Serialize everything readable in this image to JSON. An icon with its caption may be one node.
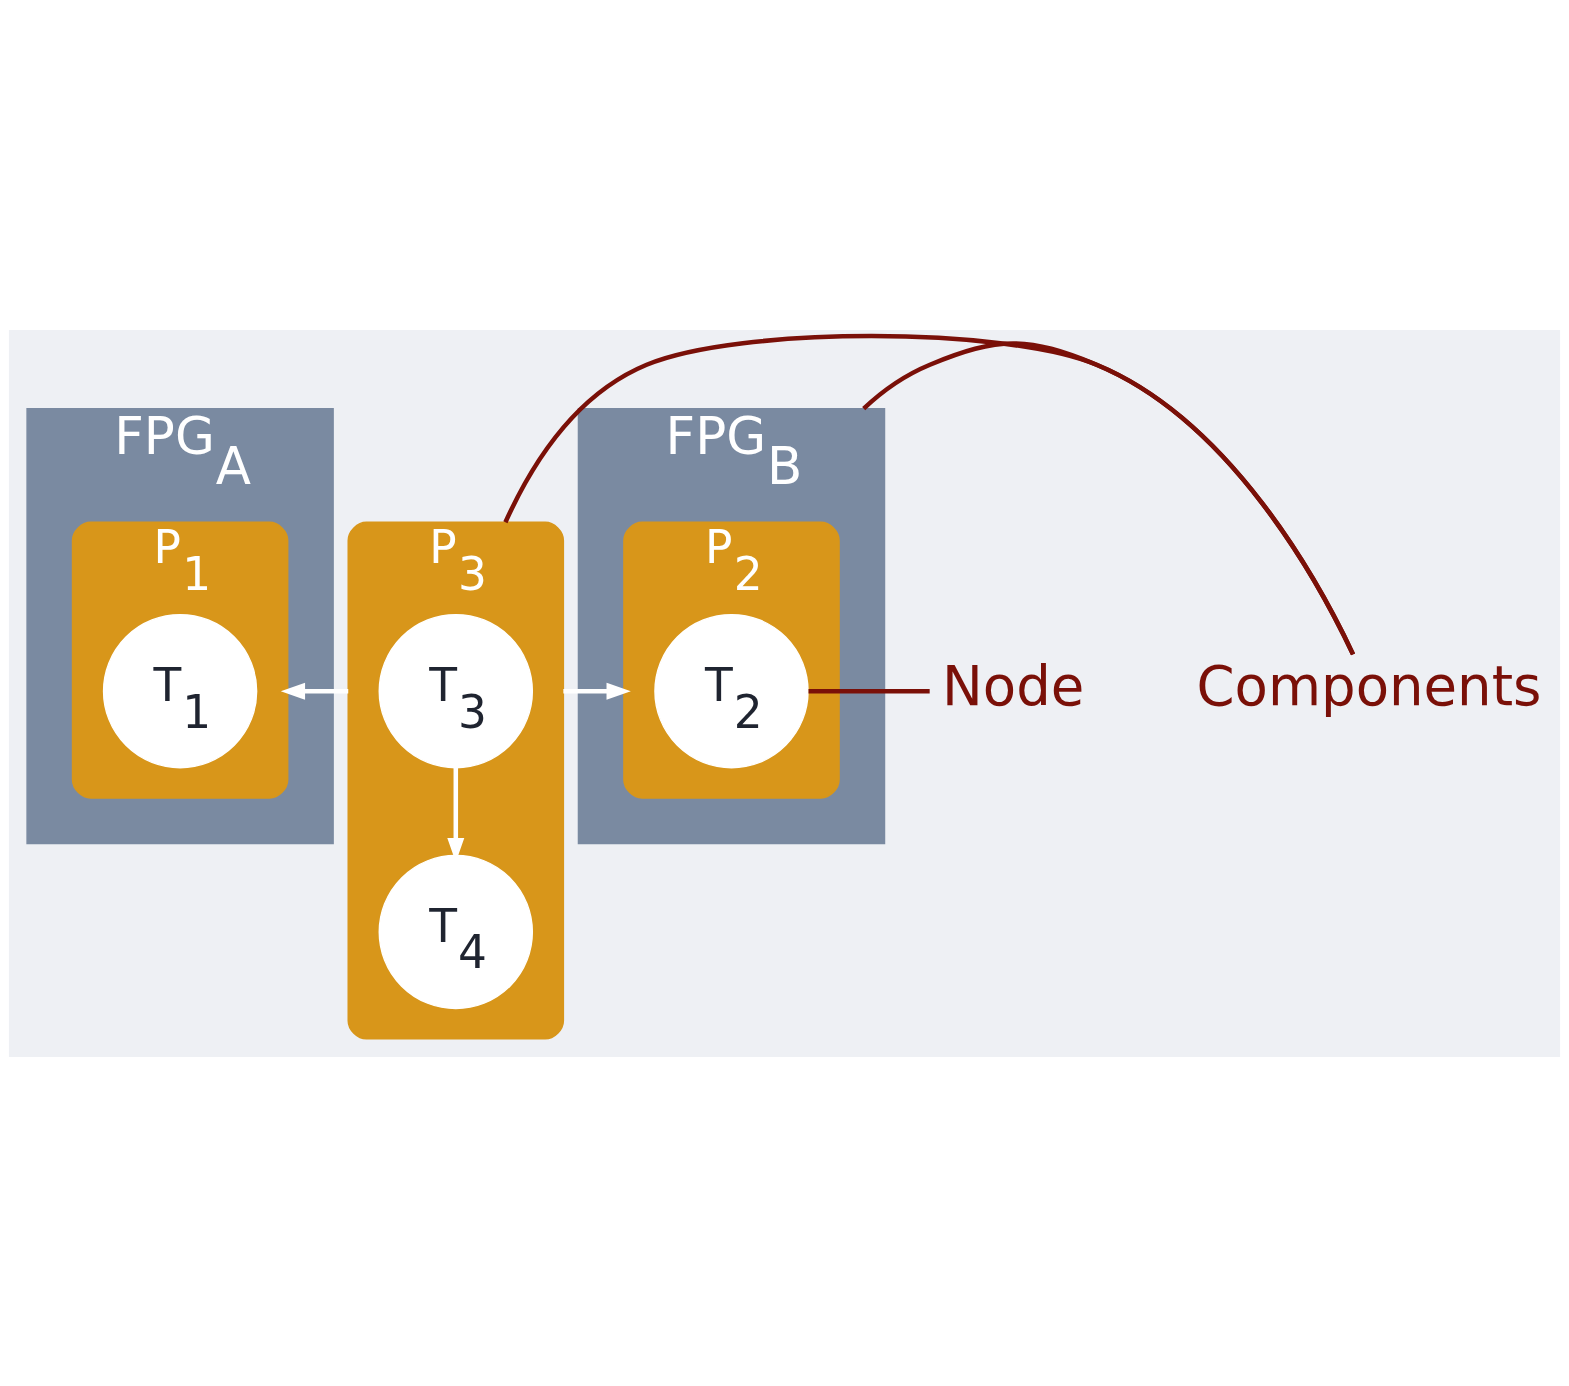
{
  "diagram": {
    "nodes": [
      {
        "text": [
          "FPG$_{A}$"
        ]
      },
      {
        "text": [
          "P$_{1}$"
        ],
        "in": 0
      },
      {
        "text": [
          "T$_{1}$"
        ],
        "in": 1
      },
      {
        "text": [
          "P$_{3}$"
        ]
      },
      {
        "text": [
          "T$_{3}$"
        ],
        "in": 3
      },
      {
        "text": [
          "T$_{4}$"
        ],
        "in": 3
      },
      {
        "text": [
          "FPG$_{B}$"
        ]
      },
      {
        "text": [
          "P$_{2}$"
        ],
        "in": 6
      },
      {
        "text": [
          "T$_{2}$"
        ],
        "in": 7
      },
      {
        "text": [
          "Node"
        ]
      },
      {
        "text": [
          "Components"
        ]
      }
    ],
    "edges": [
      {
        "from": 3,
        "to": 1,
        "arrow": "to"
      },
      {
        "from": 4,
        "to": 5,
        "arrow": "to"
      },
      {
        "from": 3,
        "to": 7,
        "arrow": "to"
      },
      {
        "from": 9,
        "to": 8,
        "arrow": "none",
        "color": "#7a1008"
      },
      {
        "from": 10,
        "to": 3,
        "arrow": "none",
        "color": "#7a1008"
      },
      {
        "from": 10,
        "to": 6,
        "arrow": "none",
        "color": "#7a1008"
      }
    ]
  }
}
